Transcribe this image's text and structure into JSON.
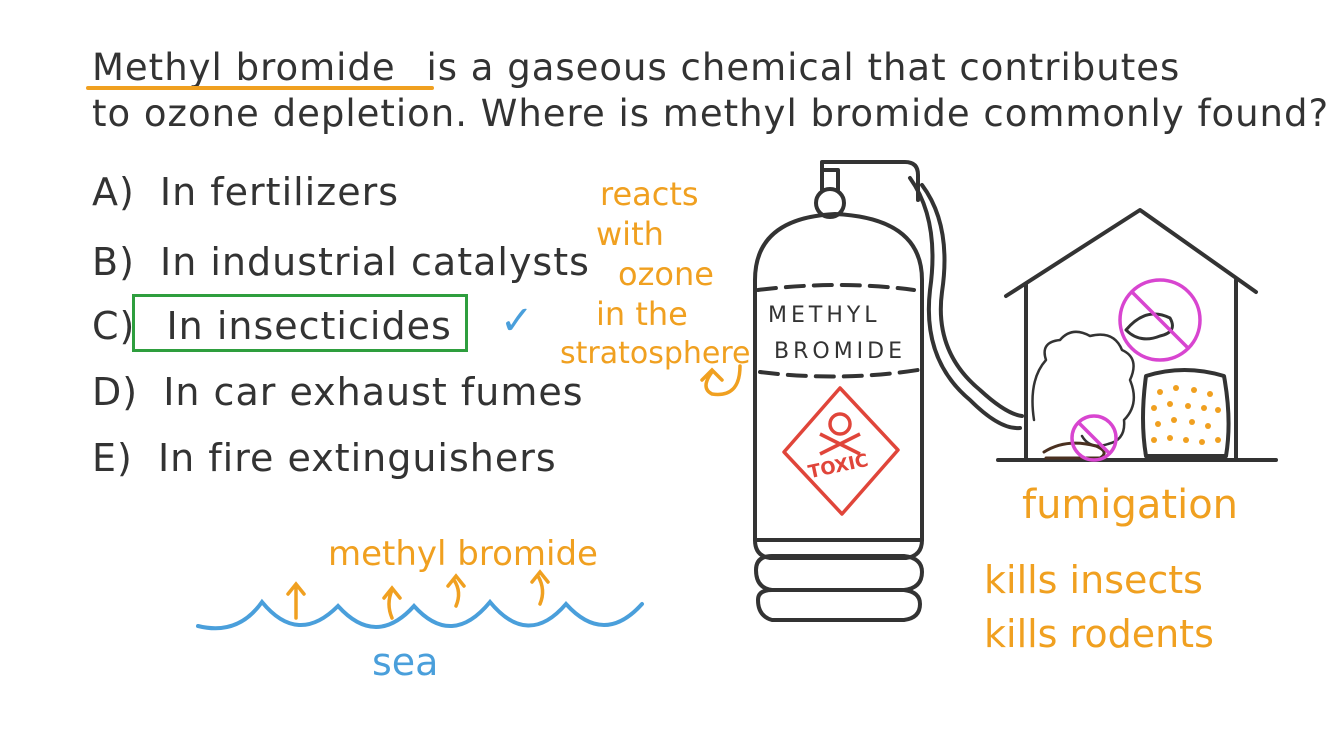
{
  "question": {
    "highlight": "Methyl bromide",
    "line1_rest": "is a gaseous chemical that contributes",
    "line2": "to ozone depletion. Where is methyl bromide commonly found?"
  },
  "options": [
    {
      "letter": "A)",
      "text": "In fertilizers"
    },
    {
      "letter": "B)",
      "text": "In industrial catalysts"
    },
    {
      "letter": "C)",
      "text": "In insecticides"
    },
    {
      "letter": "D)",
      "text": "In car exhaust fumes"
    },
    {
      "letter": "E)",
      "text": "In fire extinguishers"
    }
  ],
  "correct_mark": "✓",
  "annotations": {
    "reacts": [
      "reacts",
      "with",
      "ozone",
      "in the",
      "stratosphere"
    ],
    "cylinder_label": [
      "METHYL",
      "BROMIDE"
    ],
    "toxic": "TOXIC",
    "fumigation": "fumigation",
    "kills_insects": "kills insects",
    "kills_rodents": "kills rodents",
    "sea_emission": "methyl bromide",
    "sea": "sea"
  },
  "colors": {
    "ink": "#333333",
    "orange": "#f0a020",
    "green": "#2e9e3e",
    "blue": "#4a9fdb",
    "red": "#e0453a",
    "magenta": "#d845d0",
    "brown": "#4a3020"
  }
}
